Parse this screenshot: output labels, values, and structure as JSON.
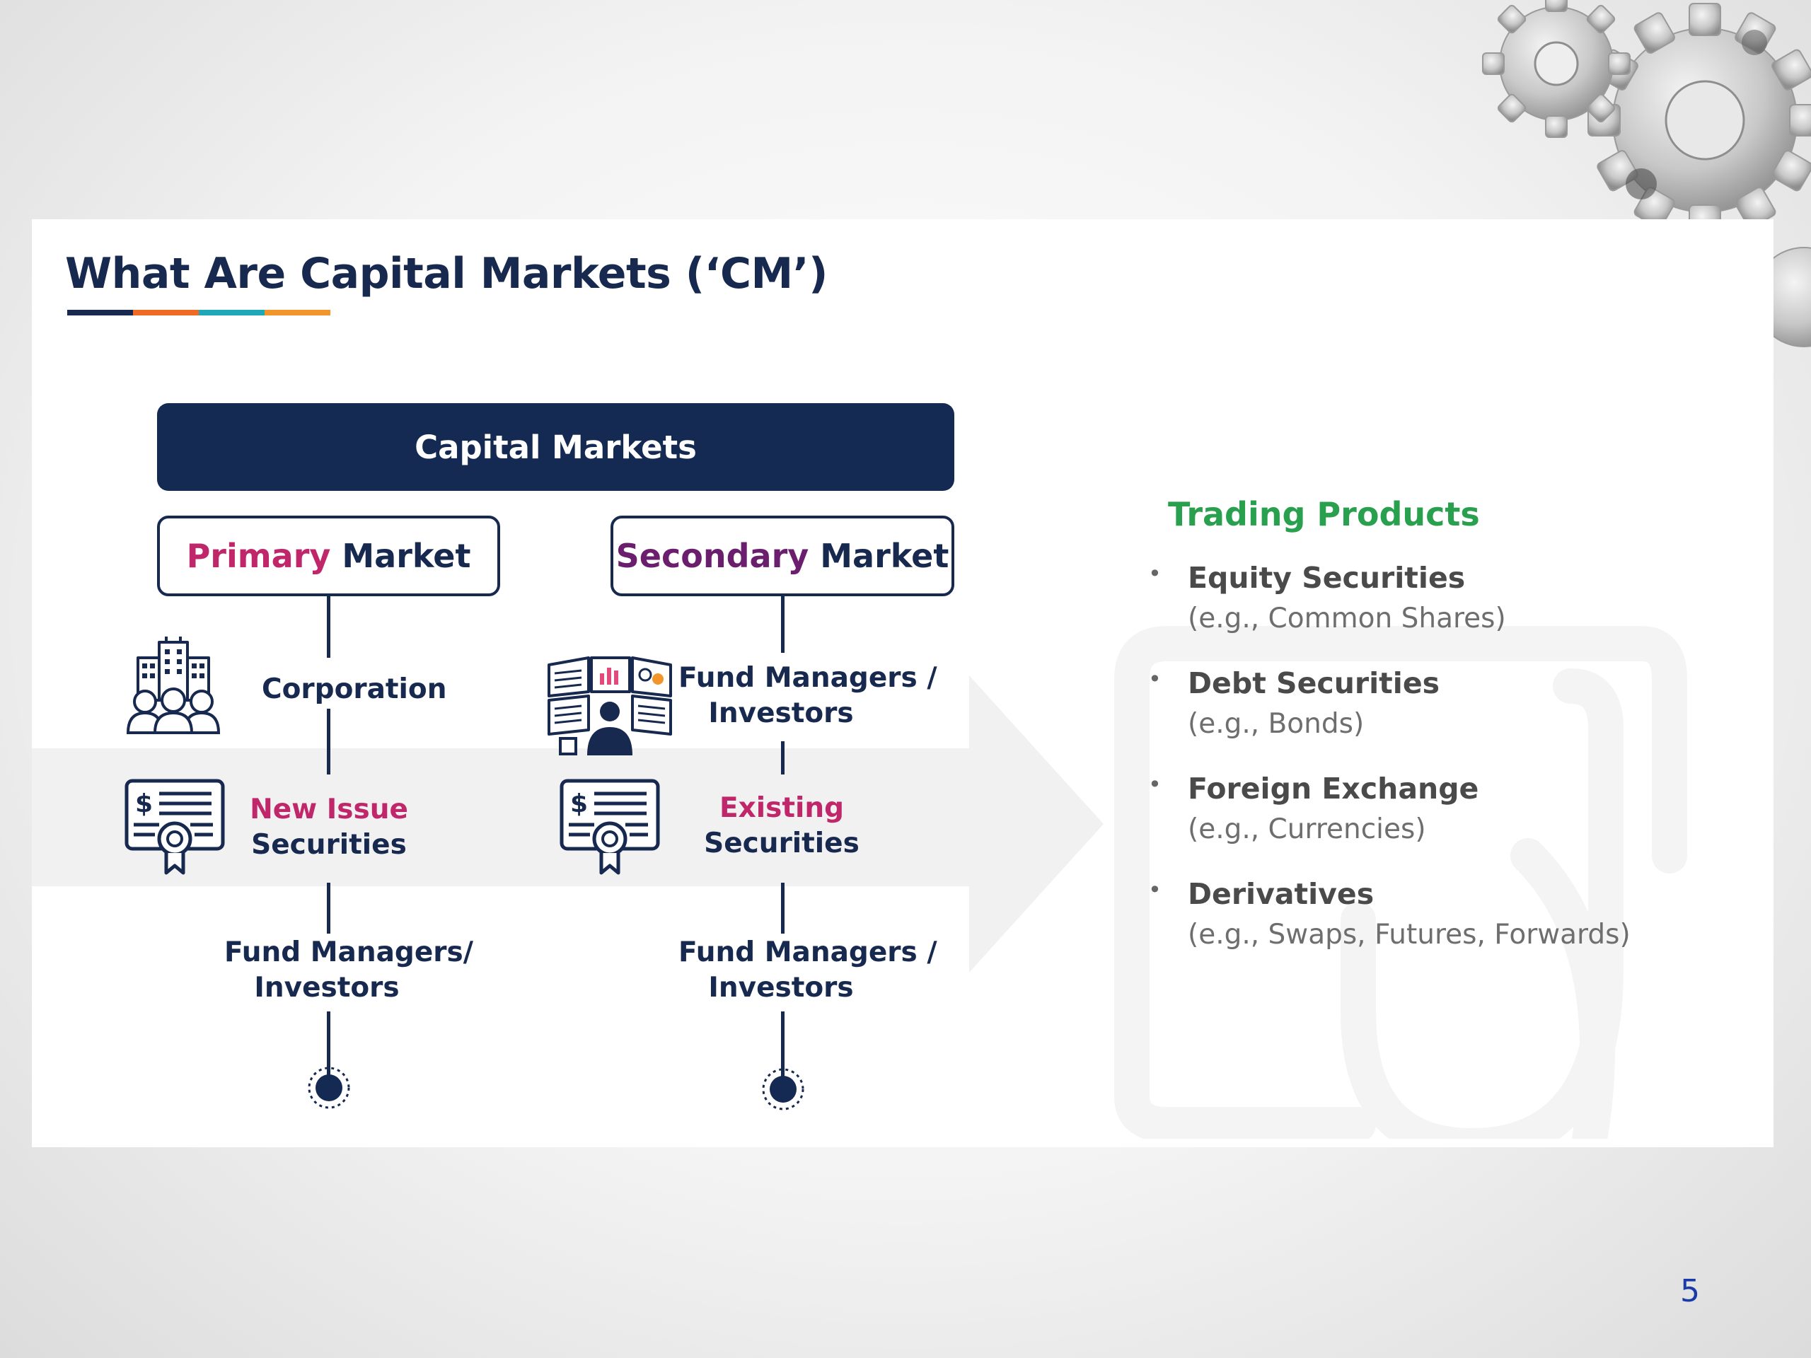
{
  "slide": {
    "title": "What Are Capital Markets (‘CM’)",
    "underline_colors": [
      "#17294f",
      "#ef6a24",
      "#1fa9b8",
      "#f2962b"
    ],
    "page_number": "5"
  },
  "diagram": {
    "header": "Capital Markets",
    "primary": {
      "label_accent": "Primary",
      "label_rest": "Market",
      "issuer": "Corporation",
      "securities_accent": "New Issue",
      "securities_rest": "Securities",
      "buyers_line1": "Fund Managers/",
      "buyers_line2": "Investors"
    },
    "secondary": {
      "label_accent": "Secondary",
      "label_rest": "Market",
      "seller_line1": "Fund Managers /",
      "seller_line2": "Investors",
      "securities_accent": "Existing",
      "securities_rest": "Securities",
      "buyers_line1": "Fund Managers /",
      "buyers_line2": "Investors"
    }
  },
  "trading_products": {
    "title": "Trading Products",
    "items": [
      {
        "name": "Equity Securities",
        "example": "(e.g., Common Shares)"
      },
      {
        "name": "Debt Securities",
        "example": "(e.g., Bonds)"
      },
      {
        "name": "Foreign Exchange",
        "example": "(e.g., Currencies)"
      },
      {
        "name": "Derivatives",
        "example": "(e.g., Swaps, Futures, Forwards)"
      }
    ],
    "bullet": "•"
  },
  "colors": {
    "navy": "#142a52",
    "pink": "#c0276b",
    "purple": "#6b1e6e",
    "green": "#29a04d",
    "page_number": "#1a3aa8"
  }
}
